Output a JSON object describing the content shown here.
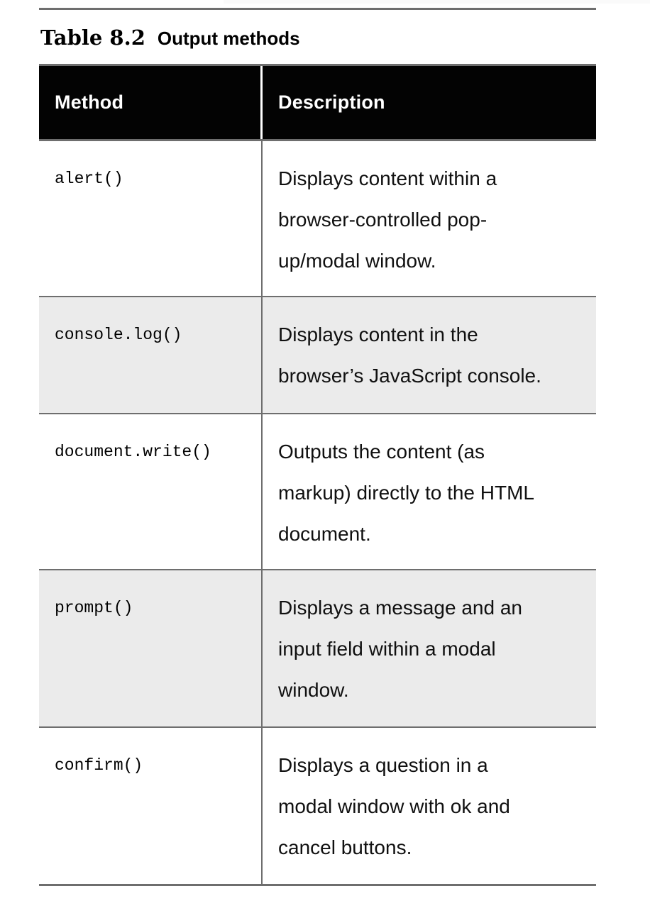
{
  "caption": {
    "number": "Table 8.2",
    "title": "Output methods"
  },
  "table": {
    "headers": [
      "Method",
      "Description"
    ],
    "rows": [
      {
        "method": "alert()",
        "description": "Displays content within a\nbrowser-controlled pop-\nup/modal window."
      },
      {
        "method": "console.log()",
        "description": "Displays content in the\nbrowser’s JavaScript console."
      },
      {
        "method": "document.write()",
        "description": "Outputs the content (as\nmarkup) directly to the HTML\ndocument."
      },
      {
        "method": "prompt()",
        "description": "Displays a message and an\ninput field within a modal\nwindow."
      },
      {
        "method": "confirm()",
        "description": "Displays a question in a\nmodal window with ok and\ncancel buttons."
      }
    ]
  },
  "colors": {
    "header_background": "#030303",
    "header_text": "#ffffff",
    "alt_row_background": "#ebebeb",
    "border": "#6e6e6e",
    "body_text": "#101010"
  }
}
